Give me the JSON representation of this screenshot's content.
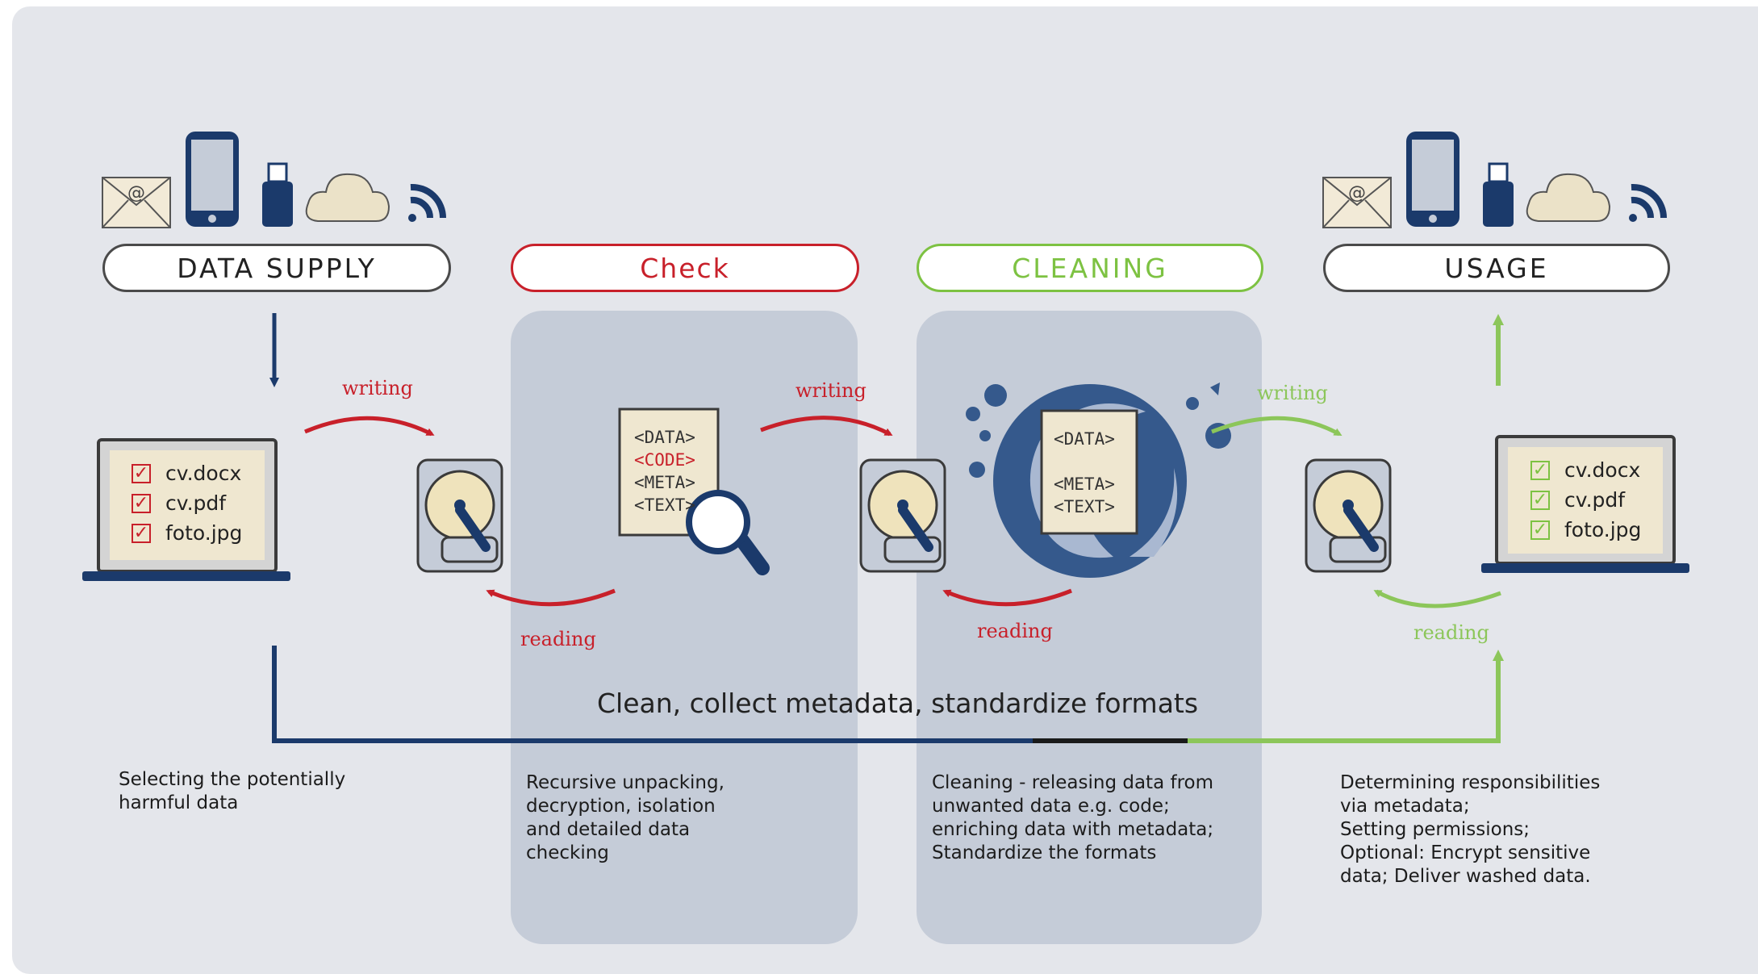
{
  "stages": {
    "data_supply": "DATA SUPPLY",
    "check": "Check",
    "cleaning": "CLEANING",
    "usage": "USAGE"
  },
  "arrows": {
    "writing_1": "writing",
    "reading_1": "reading",
    "writing_2": "writing",
    "reading_2": "reading",
    "writing_3": "writing",
    "reading_3": "reading"
  },
  "files": [
    "cv.docx",
    "cv.pdf",
    "foto.jpg"
  ],
  "files_usage": [
    "cv.docx",
    "cv.pdf",
    "foto.jpg"
  ],
  "doc_check": [
    "<DATA>",
    "<CODE>",
    "<META>",
    "<TEXT>"
  ],
  "doc_clean": [
    "<DATA>",
    "",
    "<META>",
    "<TEXT>"
  ],
  "center_caption": "Clean, collect metadata, standardize formats",
  "descriptions": {
    "data_supply": "Selecting the potentially\nharmful data",
    "check": "Recursive unpacking,\ndecryption, isolation\nand detailed data\nchecking",
    "cleaning": "Cleaning - releasing data from\nunwanted data e.g. code;\nenriching data with metadata;\nStandardize the formats",
    "usage": "Determining responsibilities\nvia metadata;\nSetting permissions;\nOptional: Encrypt sensitive\ndata; Deliver washed data."
  },
  "icons": [
    "mail-icon",
    "smartphone-icon",
    "usb-stick-icon",
    "cloud-icon",
    "wifi-icon",
    "laptop-icon",
    "hard-disk-icon",
    "magnifier-icon",
    "wave-icon"
  ],
  "colors": {
    "navy": "#1b3a6b",
    "red": "#c8202a",
    "green": "#7dc242",
    "panel": "#c5ccd8",
    "background": "#e4e6eb"
  }
}
